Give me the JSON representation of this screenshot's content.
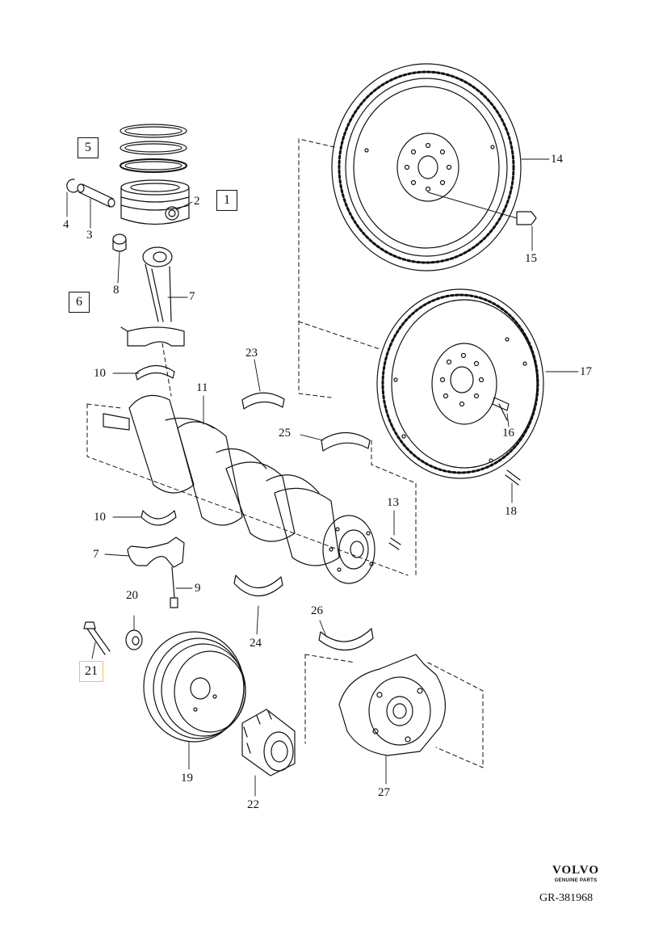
{
  "callouts": {
    "c1": "1",
    "c2": "2",
    "c3": "3",
    "c4": "4",
    "c5": "5",
    "c6": "6",
    "c7a": "7",
    "c7b": "7",
    "c8": "8",
    "c9": "9",
    "c10a": "10",
    "c10b": "10",
    "c11": "11",
    "c13": "13",
    "c14": "14",
    "c15": "15",
    "c16": "16",
    "c17": "17",
    "c18": "18",
    "c19": "19",
    "c20": "20",
    "c21": "21",
    "c22": "22",
    "c23": "23",
    "c24": "24",
    "c25": "25",
    "c26": "26",
    "c27": "27"
  },
  "brand": {
    "name": "VOLVO",
    "tagline": "GENUINE PARTS"
  },
  "reference": "GR-381968",
  "colors": {
    "ink": "#111111",
    "highlight_border": "#f0c060"
  }
}
